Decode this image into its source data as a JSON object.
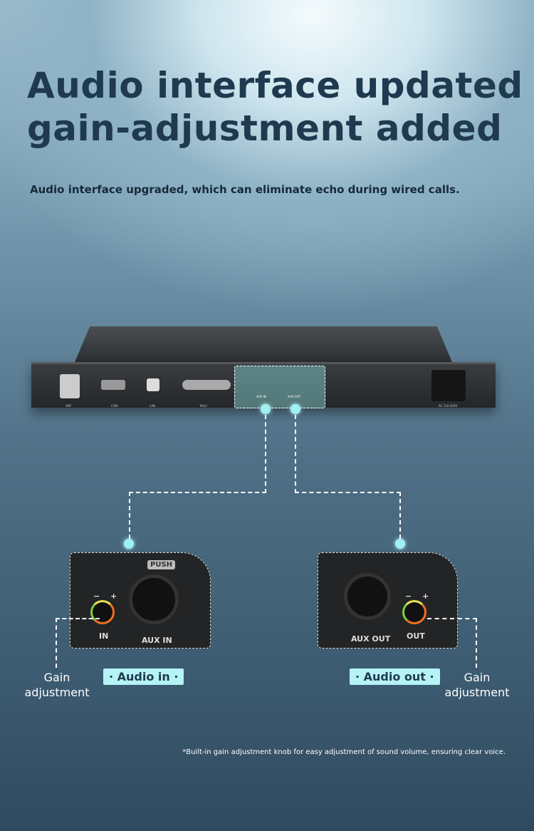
{
  "header": {
    "title_line1": "Audio interface updated",
    "title_line2": "gain-adjustment added",
    "subtitle": "Audio interface upgraded, which can eliminate echo during wired calls."
  },
  "device": {
    "ports": [
      "ANT",
      "COM",
      "LAN",
      "TALLY",
      "AUX IN",
      "AUX OUT",
      "AC 110-220V"
    ]
  },
  "panel_in": {
    "push": "PUSH",
    "minus": "−",
    "plus": "+",
    "knob_label": "IN",
    "connector_label": "AUX IN"
  },
  "panel_out": {
    "minus": "−",
    "plus": "+",
    "knob_label": "OUT",
    "connector_label": "AUX OUT"
  },
  "labels": {
    "audio_in": "· Audio in ·",
    "audio_out": "· Audio out ·",
    "gain_left": "Gain adjustment",
    "gain_right": "Gain adjustment"
  },
  "footnote": "*Built-in gain adjustment knob for easy adjustment of sound volume, ensuring clear voice.",
  "colors": {
    "title": "#1f3a4f",
    "accent": "#b6f3f6"
  }
}
